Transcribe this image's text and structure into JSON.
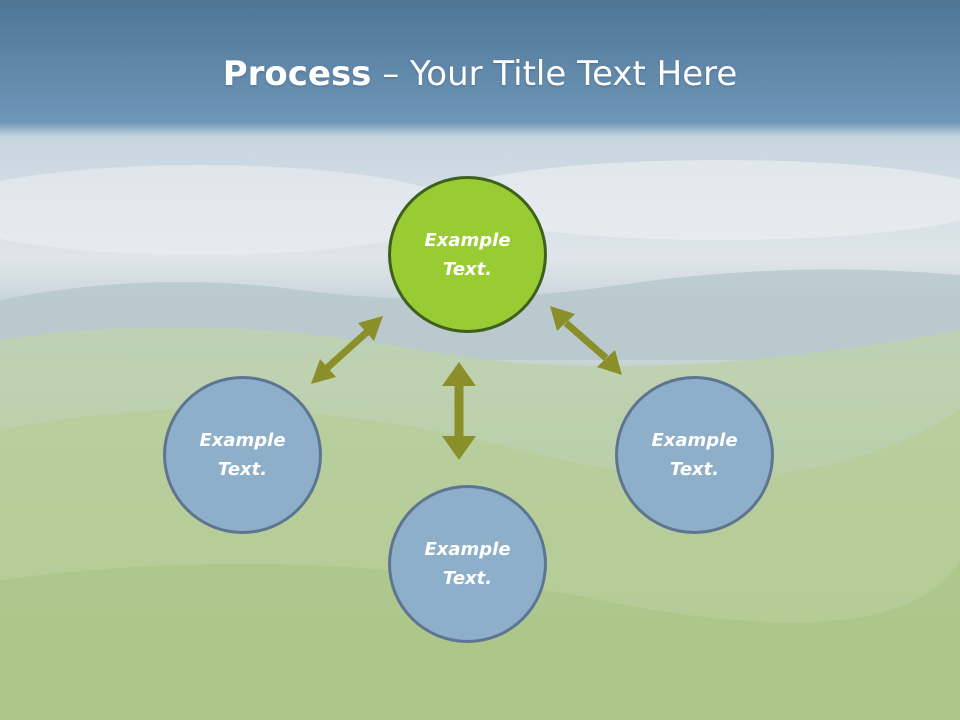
{
  "slide": {
    "title_bold": "Process",
    "title_rest": " – Your Title Text Here"
  },
  "nodes": {
    "top": {
      "label": "Example Text.",
      "color": "#99cc33",
      "border": "#3f5f1e"
    },
    "left": {
      "label": "Example Text.",
      "color": "#8eafc9",
      "border": "#5e7591"
    },
    "right": {
      "label": "Example Text.",
      "color": "#8eafc9",
      "border": "#5e7591"
    },
    "bottom": {
      "label": "Example Text.",
      "color": "#8eafc9",
      "border": "#5e7591"
    }
  },
  "colors": {
    "arrow": "#8a8f2a",
    "header_top": "#4f7594",
    "header_bottom": "#6f97b9",
    "landscape": "#b9cfa0"
  }
}
